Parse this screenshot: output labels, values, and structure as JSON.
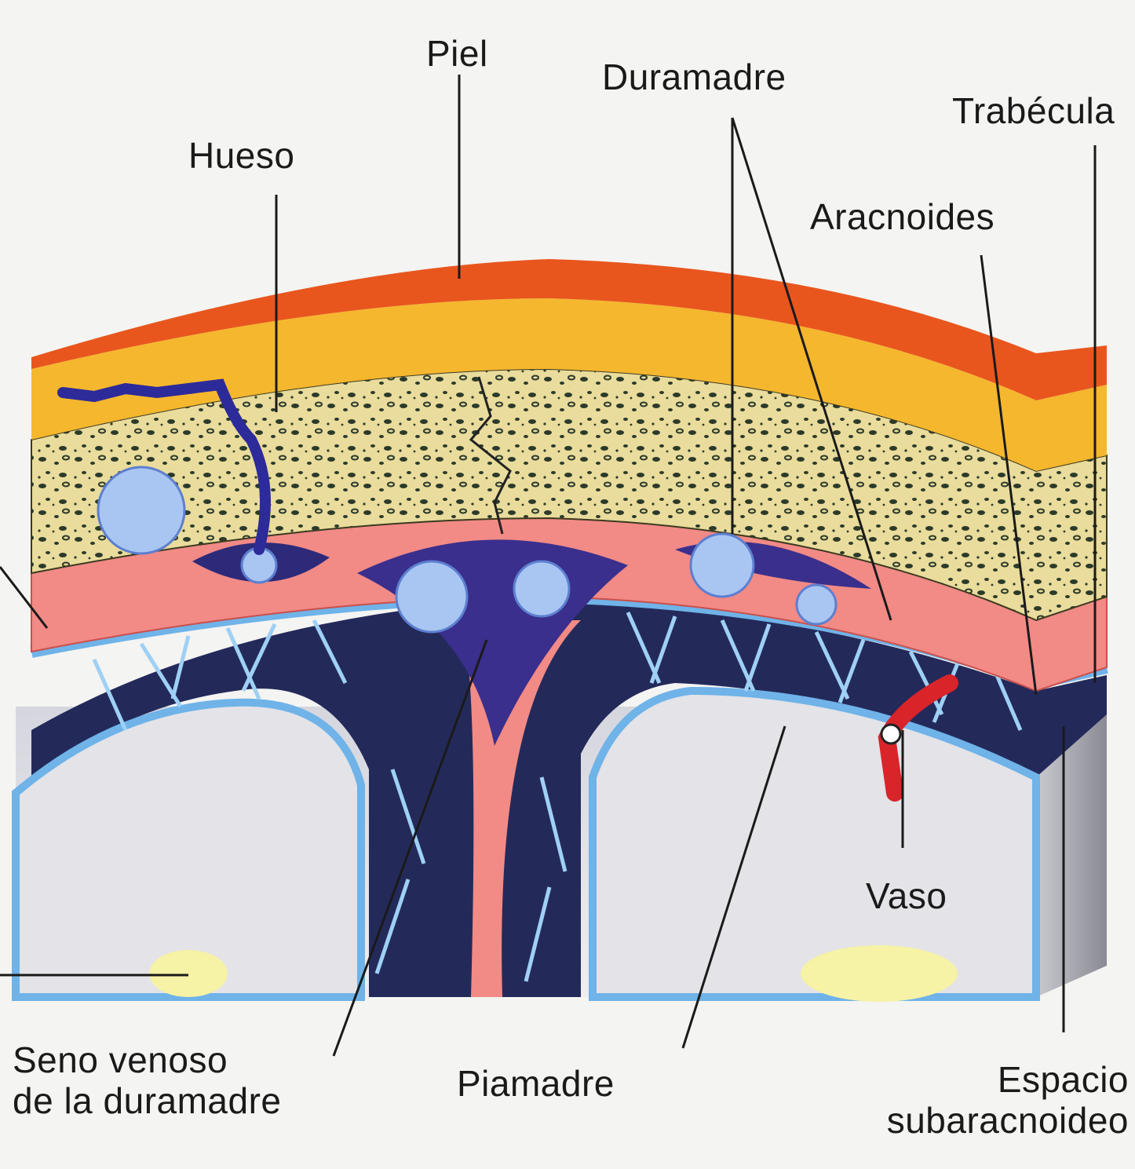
{
  "labels": {
    "piel": "Piel",
    "duramadre": "Duramadre",
    "trabecula": "Trabécula",
    "hueso": "Hueso",
    "aracnoides": "Aracnoides",
    "vaso": "Vaso",
    "seno_line1": "Seno venoso",
    "seno_line2": "de la duramadre",
    "piamadre": "Piamadre",
    "espacio_line1": "Espacio",
    "espacio_line2": "subaracnoideo"
  },
  "colors": {
    "skin_outer": "#e8561e",
    "skin_inner": "#f5b72e",
    "bone": "#e9dc9c",
    "bone_pores": "#2c3a2a",
    "dura": "#f28a86",
    "arachnoid": "#6fb3e8",
    "subarachnoid_space": "#232a5a",
    "sinus": "#3a2f8c",
    "pia": "#6fb3e8",
    "brain": "#e6e6ea",
    "vessel": "#d9242a"
  }
}
